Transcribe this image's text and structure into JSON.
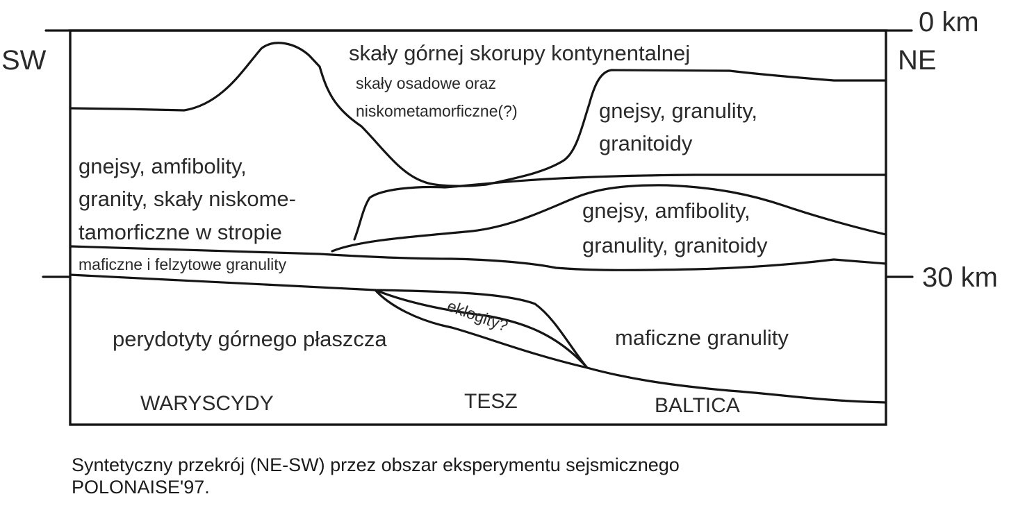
{
  "scale": {
    "top_label": "0 km",
    "mid_label": "30 km"
  },
  "directions": {
    "left": "SW",
    "right": "NE"
  },
  "units": {
    "upper_crust": "skały górnej skorupy kontynentalnej",
    "sediments_line1": "skały osadowe oraz",
    "sediments_line2": "niskometamorficzne(?)",
    "ne_upper_line1": "gnejsy, granulity,",
    "ne_upper_line2": "granitoidy",
    "sw_middle_line1": "gnejsy, amfibolity,",
    "sw_middle_line2": "granity, skały niskome-",
    "sw_middle_line3": "tamorficzne w stropie",
    "ne_middle_line1": "gnejsy, amfibolity,",
    "ne_middle_line2": "granulity, granitoidy",
    "lower_crust_sw": "maficzne i felzytowe granulity",
    "eclogites": "eklogity?",
    "mantle": "perydotyty górnego płaszcza",
    "lower_crust_ne": "maficzne granulity"
  },
  "provinces": {
    "west": "WARYSCYDY",
    "center": "TESZ",
    "east": "BALTICA"
  },
  "caption": {
    "line1": "Syntetyczny przekrój (NE-SW) przez obszar eksperymentu sejsmicznego",
    "line2": "POLONAISE'97."
  }
}
